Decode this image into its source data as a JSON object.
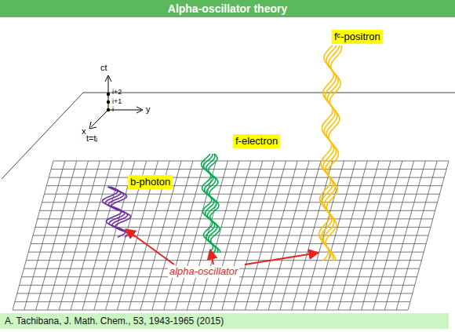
{
  "diagram": {
    "title": "Alpha-oscillator theory",
    "caption": "A. Tachibana, J. Math. Chem., 53, 1943-1965 (2015)",
    "nodes": [
      {
        "text": [
          "b-photon"
        ]
      },
      {
        "text": [
          "fᶜ-positron"
        ]
      },
      {
        "text": [
          "f-electron"
        ]
      }
    ],
    "labels": [
      "ct",
      "y",
      "x",
      "i",
      "i+1",
      "i+2",
      "t=tᵢ",
      "alpha-oscillator"
    ]
  }
}
